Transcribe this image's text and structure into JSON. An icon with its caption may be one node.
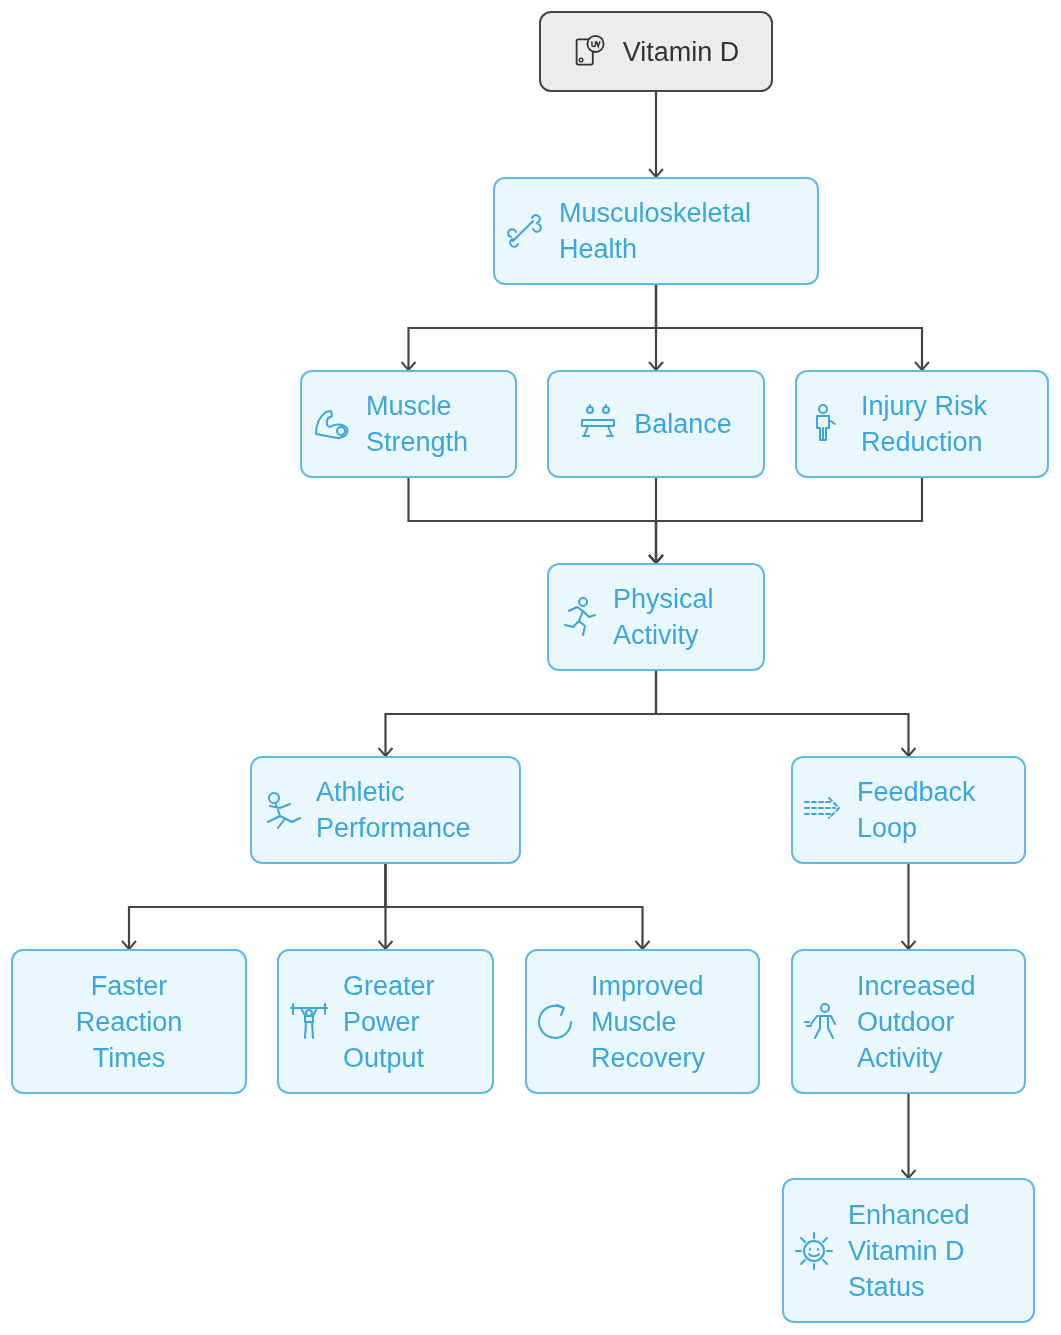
{
  "diagram": {
    "nodes": [
      {
        "text": [
          "Vitamin D"
        ]
      },
      {
        "text": [
          "Musculoskeletal Health"
        ]
      },
      {
        "text": [
          "Muscle Strength"
        ]
      },
      {
        "text": [
          "Balance"
        ]
      },
      {
        "text": [
          "Injury Risk Reduction"
        ]
      },
      {
        "text": [
          "Physical Activity"
        ]
      },
      {
        "text": [
          "Athletic Performance"
        ]
      },
      {
        "text": [
          "Feedback Loop"
        ]
      },
      {
        "text": [
          "Faster Reaction Times"
        ]
      },
      {
        "text": [
          "Greater Power Output"
        ]
      },
      {
        "text": [
          "Improved Muscle Recovery"
        ]
      },
      {
        "text": [
          "Increased Outdoor Activity"
        ]
      },
      {
        "text": [
          "Enhanced Vitamin D Status"
        ]
      }
    ],
    "edges": [
      {
        "from": 0,
        "to": 1,
        "arrow": "to"
      },
      {
        "from": 1,
        "to": 2,
        "arrow": "to"
      },
      {
        "from": 1,
        "to": 3,
        "arrow": "to"
      },
      {
        "from": 1,
        "to": 4,
        "arrow": "to"
      },
      {
        "from": 2,
        "to": 5,
        "arrow": "to"
      },
      {
        "from": 3,
        "to": 5,
        "arrow": "to"
      },
      {
        "from": 4,
        "to": 5,
        "arrow": "to"
      },
      {
        "from": 5,
        "to": 6,
        "arrow": "to"
      },
      {
        "from": 5,
        "to": 7,
        "arrow": "to"
      },
      {
        "from": 6,
        "to": 8,
        "arrow": "to"
      },
      {
        "from": 6,
        "to": 9,
        "arrow": "to"
      },
      {
        "from": 6,
        "to": 10,
        "arrow": "to"
      },
      {
        "from": 7,
        "to": 11,
        "arrow": "to"
      },
      {
        "from": 11,
        "to": 12,
        "arrow": "to"
      }
    ]
  }
}
